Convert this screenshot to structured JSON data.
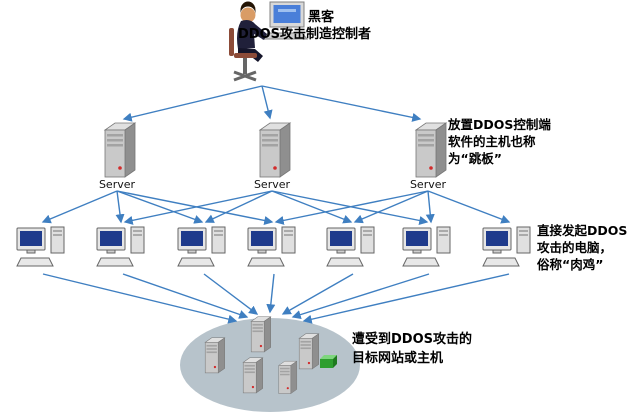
{
  "hacker": {
    "label": "黑客",
    "sublabel": "DDOS攻击制造控制者"
  },
  "server_label": "Server",
  "annotations": {
    "servers": [
      "放置DDOS控制端",
      "软件的主机也称",
      "为“跳板”"
    ],
    "zombies": [
      "直接发起DDOS",
      "攻击的电脑，",
      "俗称“肉鸡”"
    ],
    "target": [
      "遭受到DDOS攻击的",
      "目标网站或主机"
    ]
  },
  "colors": {
    "arrow": "#3f7fc1",
    "target_ellipse": "#b7c3cb",
    "screen_blue": "#1f3b8c"
  }
}
